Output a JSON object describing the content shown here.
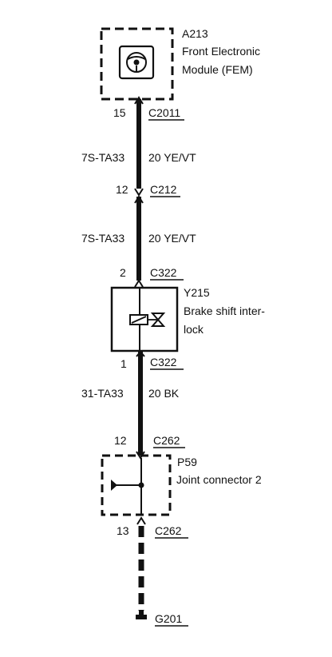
{
  "fem": {
    "id": "A213",
    "name_line1": "Front Electronic",
    "name_line2": "Module (FEM)"
  },
  "conn_c2011": {
    "pin": "15",
    "name": "C2011"
  },
  "wire1": {
    "circuit": "7S-TA33",
    "spec": "20 YE/VT"
  },
  "conn_c212": {
    "pin": "12",
    "name": "C212"
  },
  "wire2": {
    "circuit": "7S-TA33",
    "spec": "20 YE/VT"
  },
  "conn_c322_top": {
    "pin": "2",
    "name": "C322"
  },
  "interlock": {
    "id": "Y215",
    "name_line1": "Brake shift inter-",
    "name_line2": "lock"
  },
  "conn_c322_bottom": {
    "pin": "1",
    "name": "C322"
  },
  "wire3": {
    "circuit": "31-TA33",
    "spec": "20 BK"
  },
  "conn_c262_top": {
    "pin": "12",
    "name": "C262"
  },
  "joint": {
    "id": "P59",
    "name": "Joint connector 2"
  },
  "conn_c262_bottom": {
    "pin": "13",
    "name": "C262"
  },
  "ground": {
    "name": "G201"
  },
  "colors": {
    "ink": "#111111",
    "background": "#ffffff"
  }
}
